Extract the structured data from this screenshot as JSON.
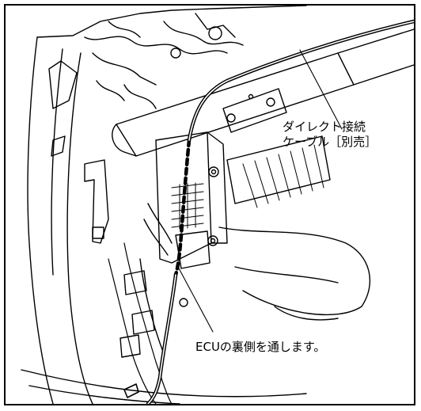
{
  "figure": {
    "line_color": "#000000",
    "background": "#ffffff"
  },
  "callouts": {
    "cable_line1": "ダイレクト接続",
    "cable_line2": "ケーブル［別売］",
    "ecu_route": "ECUの裏側を通します。"
  }
}
